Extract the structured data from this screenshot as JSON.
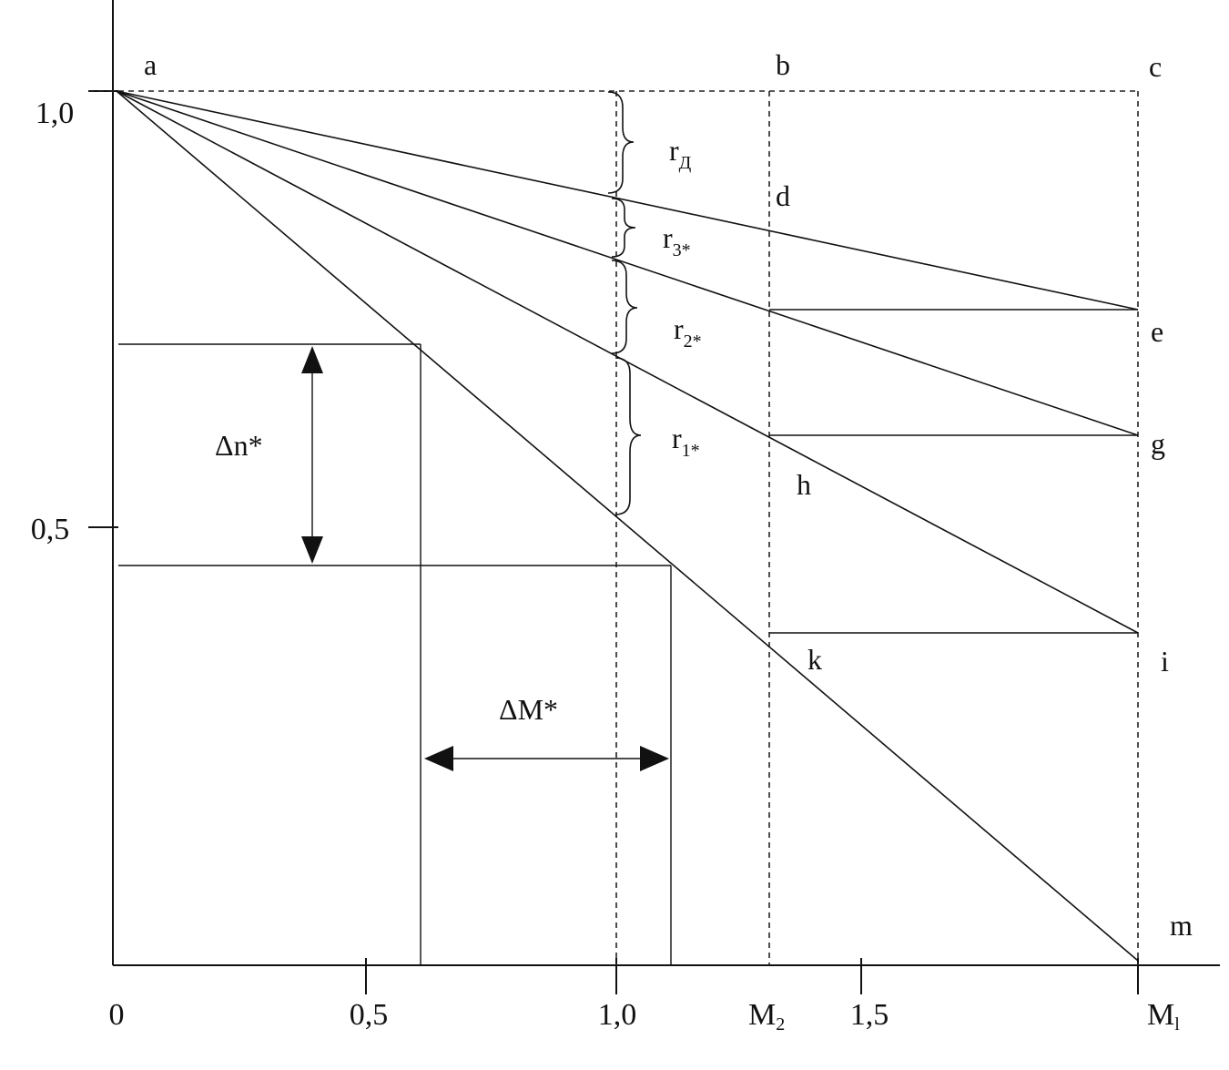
{
  "axes": {
    "x_ticks": [
      "0",
      "0,5",
      "1,0",
      "1,5"
    ],
    "y_ticks": [
      "1,0",
      "0,5"
    ],
    "m2_label": "M",
    "m2_sub": "2",
    "m1_label": "M",
    "m1_sub": "l"
  },
  "points": {
    "a": "a",
    "b": "b",
    "c": "c",
    "d": "d",
    "e": "e",
    "g": "g",
    "h": "h",
    "i": "i",
    "k": "k",
    "m": "m"
  },
  "resistances": {
    "rd": {
      "main": "r",
      "sub": "Д"
    },
    "r3": {
      "main": "r",
      "sub": "3*"
    },
    "r2": {
      "main": "r",
      "sub": "2*"
    },
    "r1": {
      "main": "r",
      "sub": "1*"
    }
  },
  "dimensions": {
    "delta_n": "Δn*",
    "delta_m": "ΔM*"
  }
}
